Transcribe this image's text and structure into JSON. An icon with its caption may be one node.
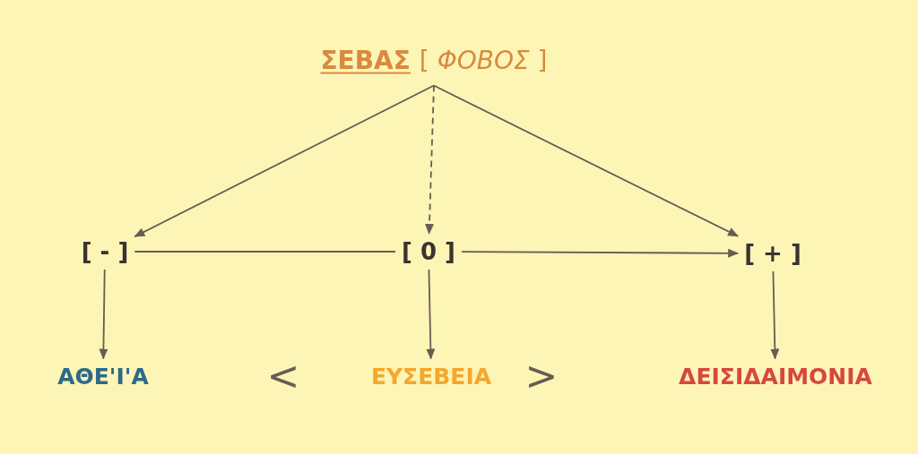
{
  "diagram": {
    "nodes": [
      {
        "text": [
          "ΣΕΒΑΣ",
          "[ *ΦΟΒΟΣ* ]"
        ]
      },
      {
        "text": [
          "[ - ]"
        ]
      },
      {
        "text": [
          "[ 0 ]"
        ]
      },
      {
        "text": [
          "[ + ]"
        ]
      },
      {
        "text": [
          "ΑΘΕ'Ι'Α"
        ]
      },
      {
        "text": [
          "ΕΥΣΕΒΕΙΑ"
        ]
      },
      {
        "text": [
          "ΔΕΙΣΙΔΑΙΜΟΝΙΑ"
        ]
      }
    ],
    "edges": [
      {
        "from": 0,
        "to": 1,
        "arrow": "to"
      },
      {
        "from": 0,
        "to": 2,
        "arrow": "to",
        "style": "dashed"
      },
      {
        "from": 0,
        "to": 3,
        "arrow": "to"
      },
      {
        "from": 1,
        "to": 2,
        "arrow": "none"
      },
      {
        "from": 2,
        "to": 3,
        "arrow": "to"
      },
      {
        "from": 1,
        "to": 4,
        "arrow": "to"
      },
      {
        "from": 2,
        "to": 5,
        "arrow": "to"
      },
      {
        "from": 3,
        "to": 6,
        "arrow": "to"
      }
    ],
    "labels": [
      "<",
      ">"
    ]
  }
}
